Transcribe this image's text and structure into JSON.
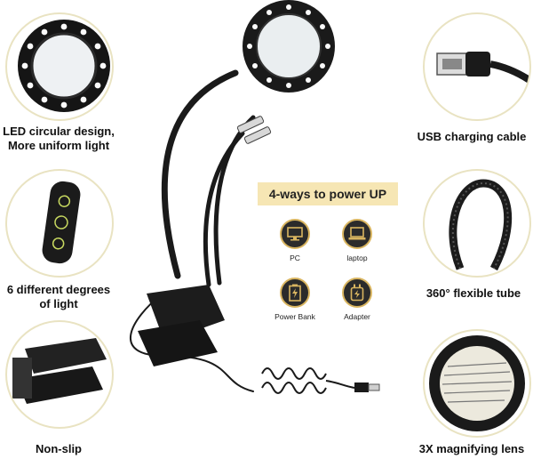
{
  "colors": {
    "circle_border": "#e9e3c2",
    "banner_bg": "#f6e6b4",
    "icon_bg": "#2b2b2b",
    "icon_ring": "#d9b560",
    "product": "#1a1a1a"
  },
  "features": {
    "led": {
      "line1": "LED circular design,",
      "line2": "More uniform light"
    },
    "usb": {
      "label": "USB charging cable"
    },
    "degrees": {
      "line1": "6 different degrees",
      "line2": "of light"
    },
    "tube": {
      "label": "360° flexible tube"
    },
    "nonslip": {
      "label": "Non-slip"
    },
    "lens": {
      "label": "3X magnifying lens"
    }
  },
  "power": {
    "title": "4-ways to power UP",
    "items": [
      {
        "label": "PC",
        "icon": "monitor-icon"
      },
      {
        "label": "laptop",
        "icon": "laptop-icon"
      },
      {
        "label": "Power Bank",
        "icon": "battery-icon"
      },
      {
        "label": "Adapter",
        "icon": "adapter-icon"
      }
    ]
  }
}
